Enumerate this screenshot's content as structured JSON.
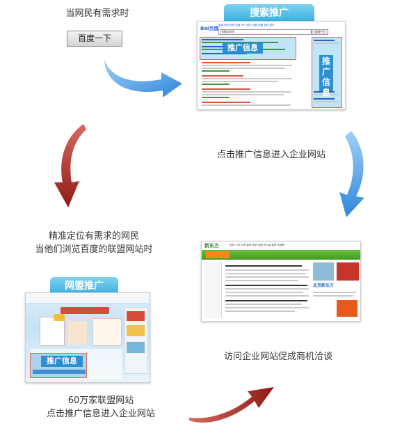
{
  "steps": {
    "need_caption": "当网民有需求时",
    "search_button_label": "百度一下",
    "search_tab": "搜索推广",
    "click_caption": "点击推广信息进入企业网站",
    "targeting_caption_line1": "精准定位有需求的网民",
    "targeting_caption_line2": "当他们浏览百度的联盟网站时",
    "union_tab": "网盟推广",
    "visit_caption": "访问企业网站促成商机洽谈",
    "union_caption_line1": "60万家联盟网站",
    "union_caption_line2": "点击推广信息进入企业网站"
  },
  "search_screenshot": {
    "logo": "Bai百度",
    "nav_items": [
      "新闻",
      "网页",
      "贴吧",
      "知道",
      "MP3",
      "图片",
      "视频",
      "地图",
      "百科",
      "更多"
    ],
    "query": "托福培训班",
    "search_btn": "百度一下",
    "promo_label_top": "推广信息",
    "promo_label_side": "推广信息"
  },
  "union_screenshot": {
    "promo_label": "推广信息"
  },
  "enterprise_screenshot": {
    "logo": "新东方",
    "banner_text": "北京新东方",
    "nav_items": [
      "学前",
      "小学",
      "中考",
      "高考",
      "考研",
      "出国",
      "四六级",
      "英语",
      "多语种"
    ]
  },
  "colors": {
    "red_arrow": "#a0201c",
    "blue_arrow": "#2e86db",
    "tab_blue": "#36aee0",
    "promo_blue": "#2c8fd0"
  }
}
